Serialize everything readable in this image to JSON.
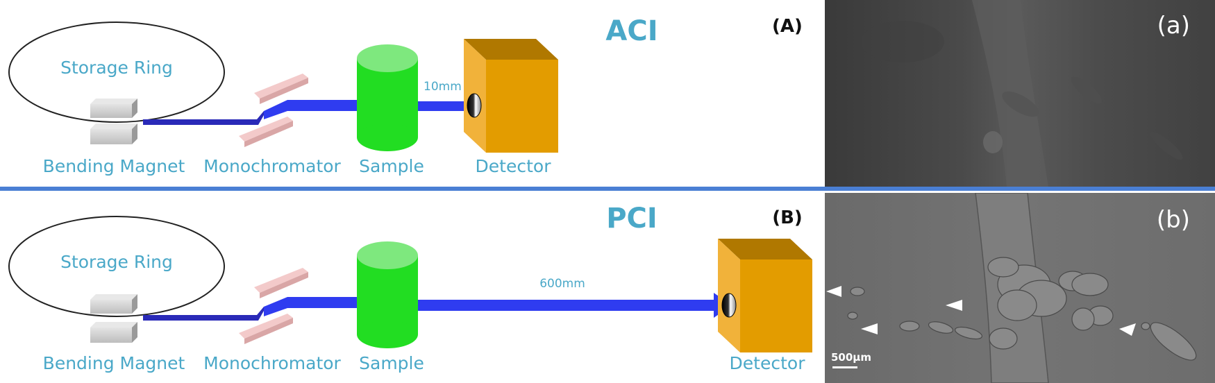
{
  "colors": {
    "label_blue": "#4aa8c8",
    "beam_dark": "#2a2ab8",
    "beam_bright": "#2f3cf0",
    "sample_green": "#22dd22",
    "sample_top": "#7ee87e",
    "detector_front": "#e39c00",
    "detector_top": "#b07800",
    "divider": "#4a7fd4"
  },
  "top_panel": {
    "mode_title": "ACI",
    "panel_tag": "(A)",
    "ring_label": "Storage Ring",
    "magnet_label": "Bending Magnet",
    "mono_label": "Monochromator",
    "sample_label": "Sample",
    "detector_label": "Detector",
    "distance_label": "10mm",
    "image_tag": "(a)"
  },
  "bottom_panel": {
    "mode_title": "PCI",
    "panel_tag": "(B)",
    "ring_label": "Storage Ring",
    "magnet_label": "Bending Magnet",
    "mono_label": "Monochromator",
    "sample_label": "Sample",
    "detector_label": "Detector",
    "distance_label": "600mm",
    "image_tag": "(b)",
    "scale_bar_label": "500μm"
  }
}
